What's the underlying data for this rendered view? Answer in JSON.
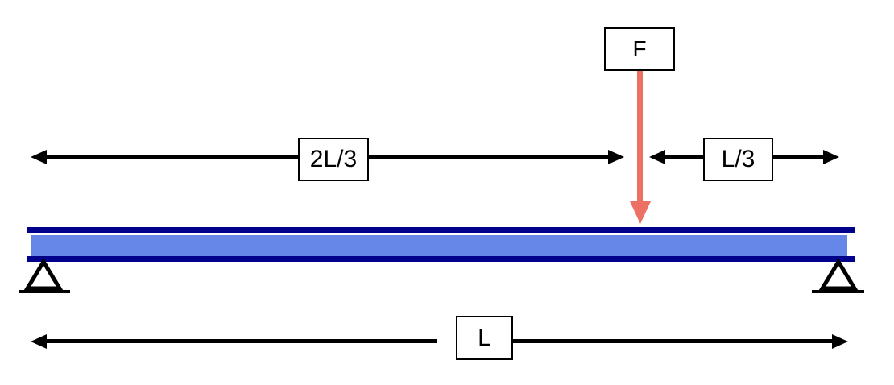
{
  "labels": {
    "force": "F",
    "span_left": "2L/3",
    "span_right": "L/3",
    "span_total": "L"
  },
  "colors": {
    "beam_edge": "#00008B",
    "beam_fill": "#6787E8",
    "force_arrow": "#ED7065",
    "dimension_line": "#000000",
    "support": "#000000",
    "box_border": "#000000",
    "box_background": "#FFFFFF"
  }
}
